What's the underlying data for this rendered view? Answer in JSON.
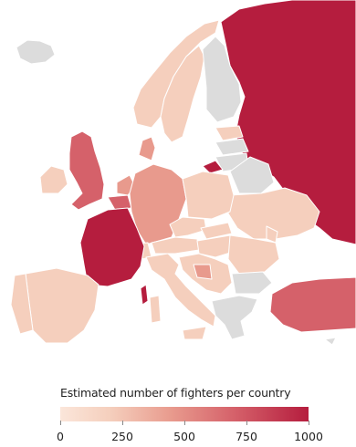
{
  "legend": {
    "title": "Estimated number  of fighters per country",
    "ticks": [
      {
        "value": 0,
        "label": "0"
      },
      {
        "value": 250,
        "label": "250"
      },
      {
        "value": 500,
        "label": "500"
      },
      {
        "value": 750,
        "label": "750"
      },
      {
        "value": 1000,
        "label": "1000"
      }
    ],
    "range": [
      0,
      1000
    ]
  },
  "colors": {
    "no_data": "#dcdcdc",
    "scale": [
      "#fbe6da",
      "#f5cfbd",
      "#e89a8d",
      "#d5616a",
      "#b51d3e"
    ]
  }
}
